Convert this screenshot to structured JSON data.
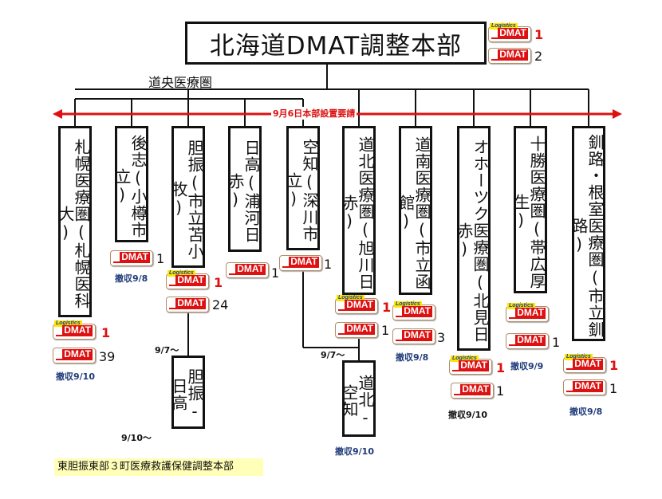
{
  "headquarters": "北海道DMAT調整本部",
  "central_area_label": "道央医療圏",
  "request_label": "9月6日本部設置要請",
  "hq_dmat": {
    "logistics": {
      "badge": "DMAT",
      "logo": "Logistics",
      "count": "1"
    },
    "dmat": {
      "badge": "DMAT",
      "count": "2"
    }
  },
  "regions": [
    {
      "name": "札幌医療圏(札幌医科大)",
      "logistics": {
        "badge": "DMAT",
        "count": "1"
      },
      "dmat": {
        "badge": "DMAT",
        "count": "39"
      },
      "withdrawn": "撤収9/10"
    },
    {
      "name": "後志(小樽市立)",
      "dmat": {
        "badge": "DMAT",
        "count": "1"
      },
      "withdrawn": "撤収9/8"
    },
    {
      "name": "胆振(市立苫小牧)",
      "logistics": {
        "badge": "DMAT",
        "count": "1"
      },
      "dmat": {
        "badge": "DMAT",
        "count": "24"
      }
    },
    {
      "name": "日高(浦河日赤)",
      "dmat": {
        "badge": "DMAT",
        "count": "1"
      }
    },
    {
      "name": "空知(深川市立)",
      "dmat": {
        "badge": "DMAT",
        "count": "1"
      }
    },
    {
      "name": "道北医療圏(旭川日赤)",
      "logistics": {
        "badge": "DMAT",
        "count": "1"
      },
      "dmat": {
        "badge": "DMAT",
        "count": "1"
      }
    },
    {
      "name": "道南医療圏(市立函館)",
      "logistics": {
        "badge": "DMAT",
        "count": ""
      },
      "dmat": {
        "badge": "DMAT",
        "count": "3"
      },
      "withdrawn": "撤収9/8"
    },
    {
      "name": "オホーツク医療圏(北見日赤)",
      "logistics": {
        "badge": "DMAT",
        "count": "1"
      },
      "dmat": {
        "badge": "DMAT",
        "count": "1"
      },
      "withdrawn": "撤収9/10"
    },
    {
      "name": "十勝医療圏(帯広厚生)",
      "logistics": {
        "badge": "DMAT",
        "count": ""
      },
      "dmat": {
        "badge": "DMAT",
        "count": "1"
      },
      "withdrawn": "撤収9/9"
    },
    {
      "name": "釧路・根室医療圏(市立釧路)",
      "logistics": {
        "badge": "DMAT",
        "count": "1"
      },
      "dmat": {
        "badge": "DMAT",
        "count": "1"
      },
      "withdrawn": "撤収9/8"
    }
  ],
  "sub_bases": [
    {
      "name": "胆振-日高",
      "start": "9/7〜",
      "end": "9/10〜"
    },
    {
      "name": "道北-空知",
      "start": "9/7〜",
      "withdrawn": "撤収9/10"
    }
  ],
  "footer": "東胆振東部３町医療救護保健調整本部",
  "colors": {
    "request_arrow": "#dd1111",
    "dmat_badge": "#dd1111",
    "logistics_tag": "#ffe600",
    "withdraw_text": "#1f3a7a",
    "footer_bg": "#ffffb8"
  }
}
